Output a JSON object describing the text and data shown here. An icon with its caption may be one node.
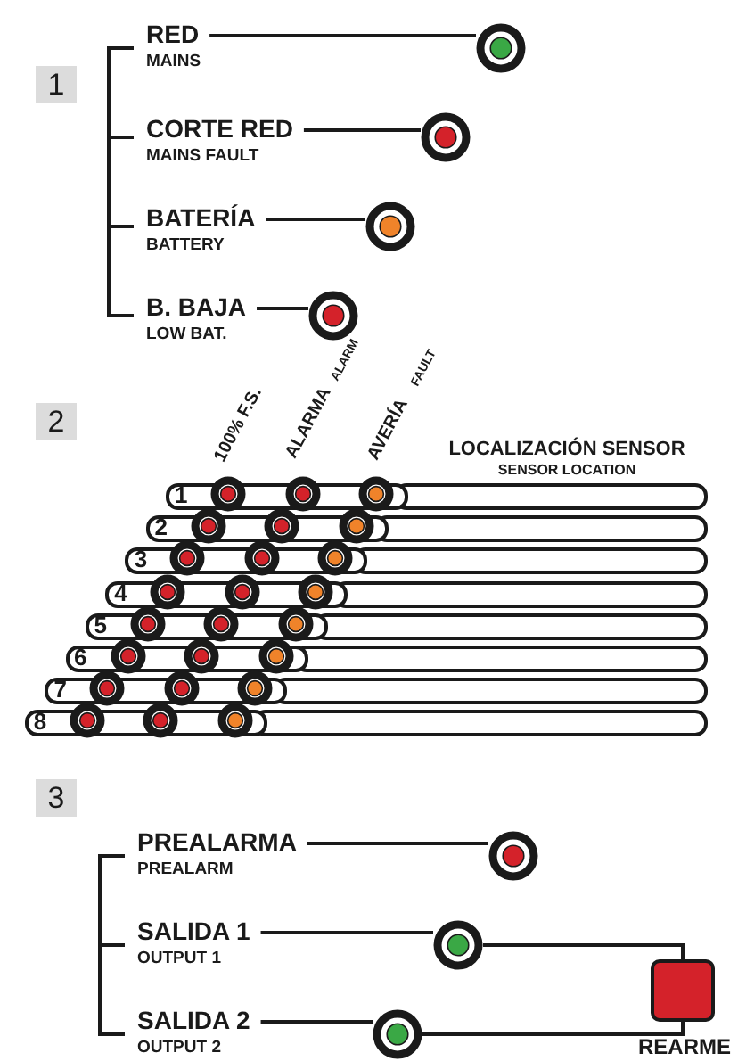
{
  "diagram": {
    "nodes": [
      {
        "text": [
          "RED",
          "MAINS"
        ]
      },
      {
        "text": [],
        "shape": "circle"
      },
      {
        "text": [
          "CORTE RED",
          "MAINS FAULT"
        ]
      },
      {
        "text": [],
        "shape": "circle"
      },
      {
        "text": [
          "BATERÍA",
          "BATTERY"
        ]
      },
      {
        "text": [],
        "shape": "circle"
      },
      {
        "text": [
          "B. BAJA",
          "LOW BAT."
        ]
      },
      {
        "text": [],
        "shape": "circle"
      },
      {
        "text": [
          "1"
        ]
      },
      {
        "text": [
          "2"
        ]
      },
      {
        "text": [
          "3"
        ]
      },
      {
        "text": [
          "4"
        ]
      },
      {
        "text": [
          "5"
        ]
      },
      {
        "text": [
          "6"
        ]
      },
      {
        "text": [
          "7"
        ]
      },
      {
        "text": [
          "8"
        ]
      },
      {
        "text": [
          "PREALARMA",
          "PREALARM"
        ]
      },
      {
        "text": [],
        "shape": "circle"
      },
      {
        "text": [
          "SALIDA 1",
          "OUTPUT 1"
        ]
      },
      {
        "text": [],
        "shape": "circle"
      },
      {
        "text": [
          "SALIDA 2",
          "OUTPUT 2"
        ]
      },
      {
        "text": [],
        "shape": "circle"
      },
      {
        "text": [],
        "shape": "box",
        "beside": [
          "REARME"
        ]
      }
    ],
    "edges": [
      {
        "from": 0,
        "to": 1,
        "arrow": "none"
      },
      {
        "from": 2,
        "to": 3,
        "arrow": "none"
      },
      {
        "from": 4,
        "to": 5,
        "arrow": "none"
      },
      {
        "from": 6,
        "to": 7,
        "arrow": "none"
      },
      {
        "from": 16,
        "to": 17,
        "arrow": "none"
      },
      {
        "from": 18,
        "to": 19,
        "arrow": "none"
      },
      {
        "from": 20,
        "to": 21,
        "arrow": "none"
      },
      {
        "from": 19,
        "to": 22,
        "arrow": "none"
      },
      {
        "from": 21,
        "to": 22,
        "arrow": "none"
      }
    ],
    "labels": [
      "1",
      "2",
      "100% F.S.",
      "ALARMA",
      "ALARM",
      "AVERÍA",
      "FAULT",
      "LOCALIZACIÓN SENSOR",
      "SENSOR LOCATION",
      "3"
    ]
  }
}
